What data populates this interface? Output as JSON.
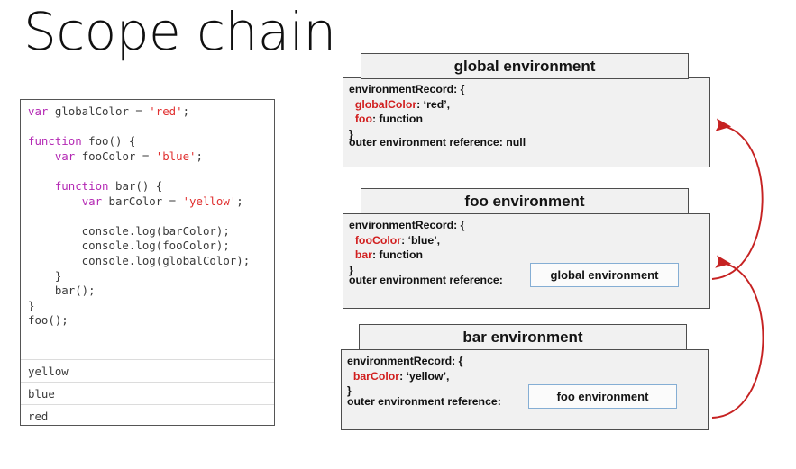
{
  "slide": {
    "title": "Scope chain",
    "accent_red": "#d11f1f",
    "keyword_purple": "#b429b4",
    "string_red": "#e03030",
    "box_fill": "#f1f1f1",
    "box_border": "#4d4d4d",
    "ref_border": "#85aed4"
  },
  "code_panel": {
    "lines": [
      [
        {
          "t": "var ",
          "c": "kw"
        },
        {
          "t": "globalColor = ",
          "c": "plain"
        },
        {
          "t": "'red'",
          "c": "str"
        },
        {
          "t": ";",
          "c": "plain"
        }
      ],
      [],
      [
        {
          "t": "function ",
          "c": "kw"
        },
        {
          "t": "foo() {",
          "c": "plain"
        }
      ],
      [
        {
          "t": "    ",
          "c": "plain"
        },
        {
          "t": "var ",
          "c": "kw"
        },
        {
          "t": "fooColor = ",
          "c": "plain"
        },
        {
          "t": "'blue'",
          "c": "str"
        },
        {
          "t": ";",
          "c": "plain"
        }
      ],
      [],
      [
        {
          "t": "    ",
          "c": "plain"
        },
        {
          "t": "function ",
          "c": "kw"
        },
        {
          "t": "bar() {",
          "c": "plain"
        }
      ],
      [
        {
          "t": "        ",
          "c": "plain"
        },
        {
          "t": "var ",
          "c": "kw"
        },
        {
          "t": "barColor = ",
          "c": "plain"
        },
        {
          "t": "'yellow'",
          "c": "str"
        },
        {
          "t": ";",
          "c": "plain"
        }
      ],
      [],
      [
        {
          "t": "        console.log(barColor);",
          "c": "plain"
        }
      ],
      [
        {
          "t": "        console.log(fooColor);",
          "c": "plain"
        }
      ],
      [
        {
          "t": "        console.log(globalColor);",
          "c": "plain"
        }
      ],
      [
        {
          "t": "    }",
          "c": "plain"
        }
      ],
      [
        {
          "t": "    bar();",
          "c": "plain"
        }
      ],
      [
        {
          "t": "}",
          "c": "plain"
        }
      ],
      [
        {
          "t": "foo();",
          "c": "plain"
        }
      ]
    ],
    "console_output": [
      "yellow",
      "blue",
      "red"
    ]
  },
  "environments": [
    {
      "id": "global",
      "title": "global environment",
      "record_label": "environmentRecord: {",
      "entries": [
        {
          "key": "globalColor",
          "sep": ": ",
          "value": "‘red’,"
        },
        {
          "key": "foo",
          "sep": ": ",
          "value": "function"
        }
      ],
      "record_close": "}",
      "outer_label": "outer environment reference: ",
      "outer_value": "null",
      "outer_is_box": false
    },
    {
      "id": "foo",
      "title": "foo environment",
      "record_label": "environmentRecord: {",
      "entries": [
        {
          "key": "fooColor",
          "sep": ": ",
          "value": "‘blue’,"
        },
        {
          "key": "bar",
          "sep": ": ",
          "value": "function"
        }
      ],
      "record_close": "}",
      "outer_label": "outer environment reference:",
      "outer_value": "global environment",
      "outer_is_box": true
    },
    {
      "id": "bar",
      "title": "bar environment",
      "record_label": "environmentRecord: {",
      "entries": [
        {
          "key": "barColor",
          "sep": ": ",
          "value": "‘yellow’,"
        }
      ],
      "record_close": "}",
      "outer_label": "outer environment reference:",
      "outer_value": "foo environment",
      "outer_is_box": true
    }
  ],
  "arrows": [
    {
      "name": "foo-to-global-arrow",
      "from": "foo environment",
      "to": "global environment",
      "color": "#c62222"
    },
    {
      "name": "bar-to-foo-arrow",
      "from": "bar environment",
      "to": "foo environment",
      "color": "#c62222"
    }
  ]
}
